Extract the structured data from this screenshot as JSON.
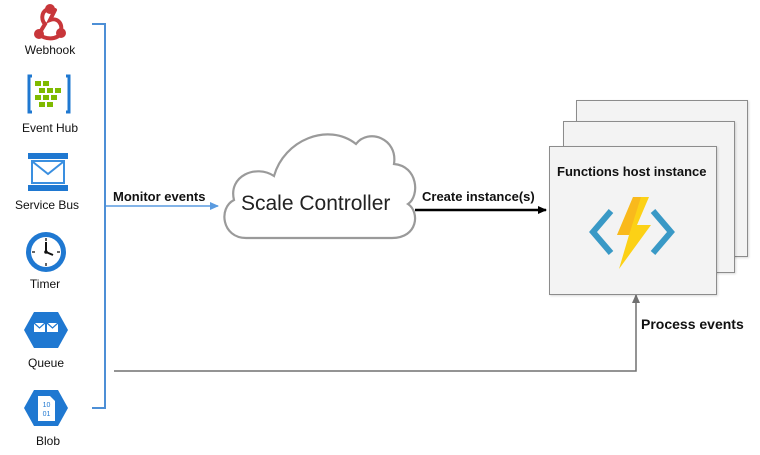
{
  "sources": [
    {
      "label": "Webhook",
      "icon": "webhook-icon"
    },
    {
      "label": "Event Hub",
      "icon": "event-hub-icon"
    },
    {
      "label": "Service Bus",
      "icon": "service-bus-icon"
    },
    {
      "label": "Timer",
      "icon": "timer-icon"
    },
    {
      "label": "Queue",
      "icon": "queue-icon"
    },
    {
      "label": "Blob",
      "icon": "blob-icon"
    }
  ],
  "edges": {
    "monitor": "Monitor events",
    "create": "Create instance(s)",
    "process": "Process events"
  },
  "scale_controller": {
    "label": "Scale Controller"
  },
  "host": {
    "title": "Functions host instance",
    "icon": "azure-functions-icon"
  },
  "colors": {
    "bracket": "#4d8fd6",
    "arrow_blue": "#5a9be0",
    "arrow_gray": "#707070",
    "webhook": "#c8363a",
    "event_hub": "#7fba00",
    "azure_blue": "#1f78d1",
    "bolt": "#fcd116"
  }
}
